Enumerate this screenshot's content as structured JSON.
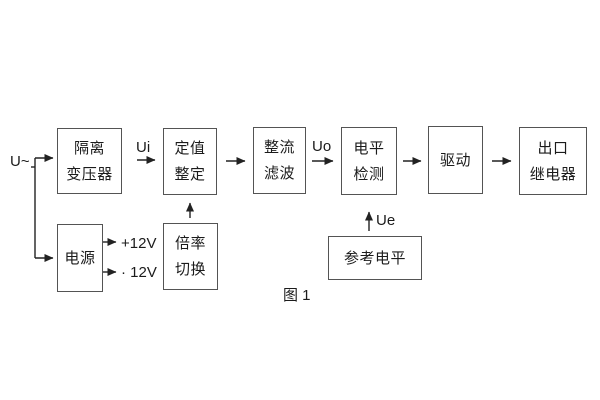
{
  "figure": {
    "caption": "图 1",
    "input_label": "U~",
    "signals": {
      "ui": "Ui",
      "uo": "Uo",
      "ue": "Ue"
    },
    "power_rails": {
      "positive": "+12V",
      "negative": "· 12V"
    },
    "blocks": [
      {
        "id": "isolation-transformer",
        "lines": [
          "隔离",
          "变压器"
        ]
      },
      {
        "id": "setting-adjustment",
        "lines": [
          "定值",
          "整定"
        ]
      },
      {
        "id": "rectifier-filter",
        "lines": [
          "整流",
          "滤波"
        ]
      },
      {
        "id": "level-detection",
        "lines": [
          "电平",
          "检测"
        ]
      },
      {
        "id": "driver",
        "lines": [
          "驱动"
        ]
      },
      {
        "id": "output-relay",
        "lines": [
          "出口",
          "继电器"
        ]
      },
      {
        "id": "power-supply",
        "lines": [
          "电源"
        ]
      },
      {
        "id": "ratio-switching",
        "lines": [
          "倍率",
          "切换"
        ]
      },
      {
        "id": "reference-level",
        "lines": [
          "参考电平"
        ]
      }
    ],
    "colors": {
      "background": "#ffffff",
      "box_border": "#545454",
      "wire": "#222222",
      "text": "#1b1b1b"
    }
  }
}
